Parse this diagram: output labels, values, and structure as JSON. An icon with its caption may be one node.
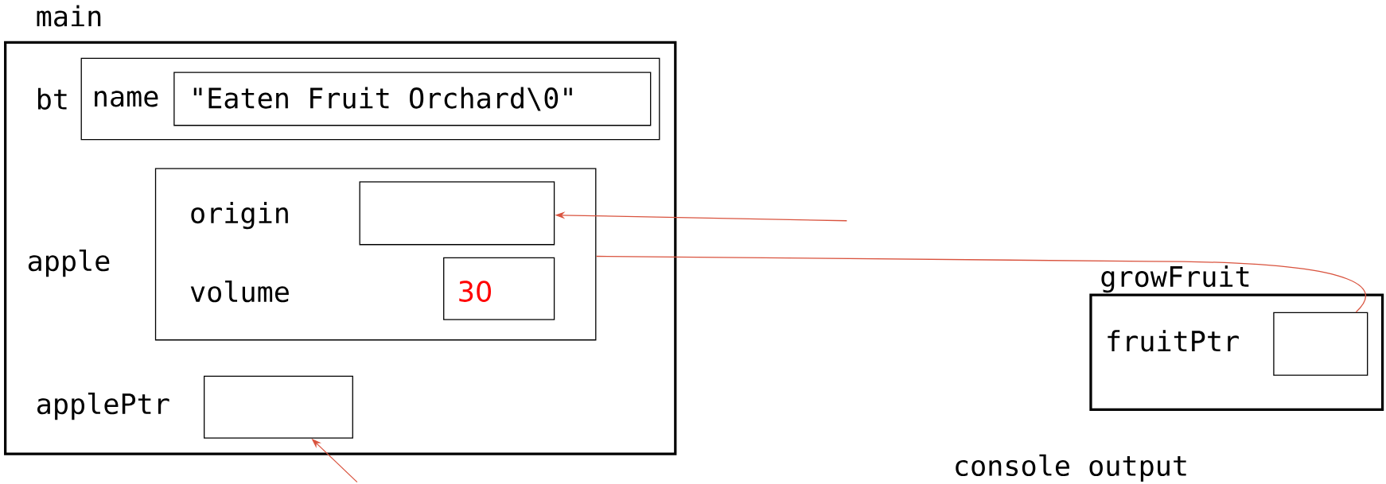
{
  "diagram": {
    "nodes": [
      {
        "text": [
          "main"
        ]
      },
      {
        "text": [
          "bt"
        ],
        "in": 0
      },
      {
        "text": [
          "name",
          "\"Eaten Fruit Orchard\\0\""
        ],
        "in": 1
      },
      {
        "text": [
          "apple"
        ],
        "in": 0
      },
      {
        "text": [
          "origin"
        ],
        "in": 3
      },
      {
        "text": [
          "30"
        ],
        "in": 3
      },
      {
        "text": [
          "applePtr"
        ],
        "in": 0
      },
      {
        "text": [
          "growFruit"
        ]
      },
      {
        "text": [
          "fruitPtr"
        ],
        "in": 7
      }
    ],
    "edges": [
      {
        "from": null,
        "to": 4,
        "arrow": "to"
      },
      {
        "from": null,
        "to": 6,
        "arrow": "to"
      },
      {
        "from": 8,
        "to": 3,
        "arrow": "none"
      }
    ],
    "labels": [
      "volume",
      "console output"
    ]
  }
}
